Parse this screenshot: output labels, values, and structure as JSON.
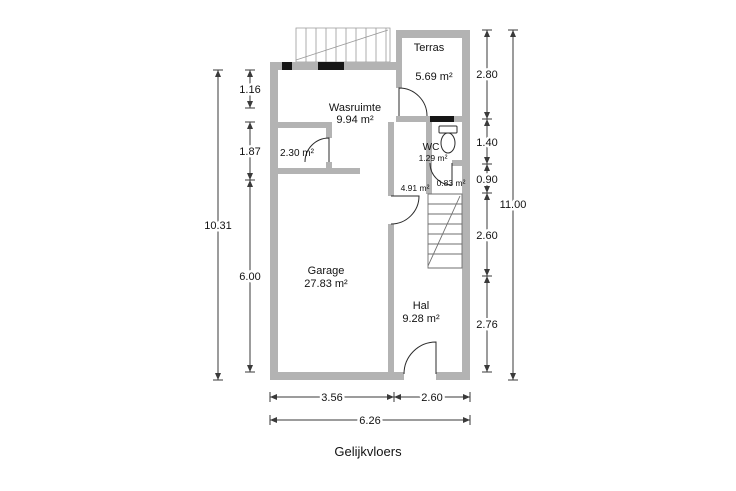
{
  "title": "Gelijkvloers",
  "rooms": {
    "terras": {
      "name": "Terras",
      "area": "5.69 m²"
    },
    "wasruimte": {
      "name": "Wasruimte",
      "area": "9.94 m²"
    },
    "room230": {
      "area": "2.30 m²"
    },
    "wc": {
      "name": "WC",
      "area": "1.29 m²"
    },
    "room083": {
      "area": "0.83 m²"
    },
    "room491": {
      "area": "4.91 m²"
    },
    "garage": {
      "name": "Garage",
      "area": "27.83 m²"
    },
    "hal": {
      "name": "Hal",
      "area": "9.28 m²"
    }
  },
  "dimensions": {
    "left_total": "10.31",
    "left_segments": [
      "1.16",
      "1.87",
      "6.00"
    ],
    "right_segments": [
      "2.80",
      "1.40",
      "0.90",
      "2.60",
      "2.76"
    ],
    "right_total": "11.00",
    "bottom_segments": [
      "3.56",
      "2.60"
    ],
    "bottom_total": "6.26"
  },
  "colors": {
    "wall": "#b3b3b3",
    "opening": "#161616",
    "background": "#ffffff"
  }
}
